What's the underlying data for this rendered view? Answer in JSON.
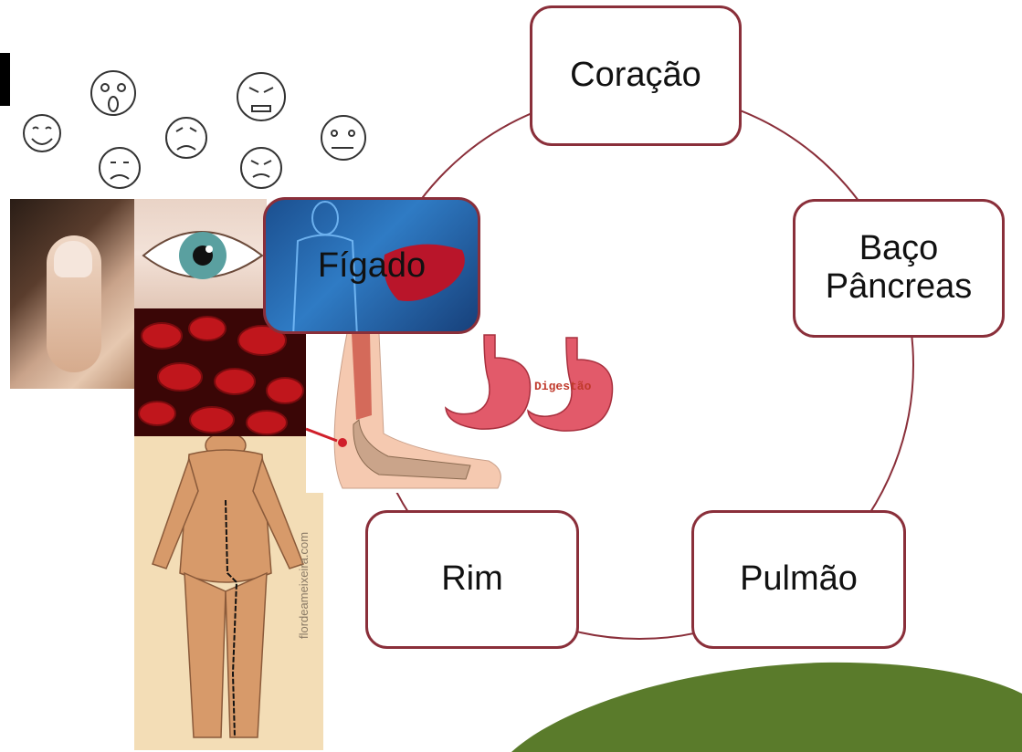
{
  "diagram": {
    "nodes": [
      {
        "id": "coracao",
        "label": "Coração"
      },
      {
        "id": "baco",
        "line1": "Baço",
        "line2": "Pâncreas"
      },
      {
        "id": "pulmao",
        "label": "Pulmão"
      },
      {
        "id": "rim",
        "label": "Rim"
      },
      {
        "id": "figado",
        "label": "Fígado"
      }
    ],
    "border_color": "#8a2f3a",
    "circle_color": "#8a2f3a"
  },
  "images": {
    "stomach_label": "Digestão",
    "muscle_watermark": "flordeameixeira.com"
  },
  "colors": {
    "green_hill": "#5a7b2b",
    "blood": "#c0161c"
  }
}
